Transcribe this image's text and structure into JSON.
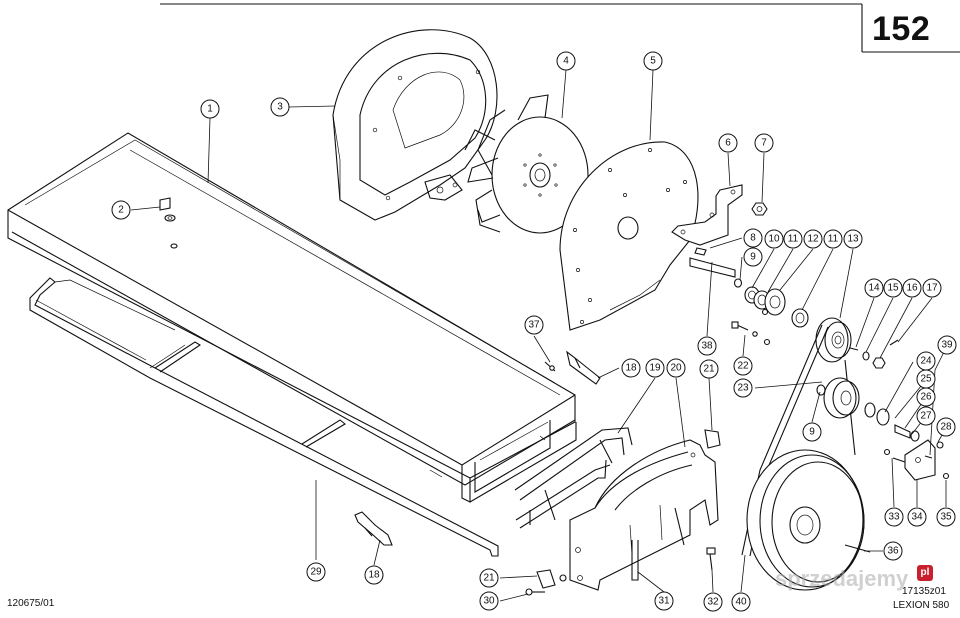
{
  "page_number": "152",
  "footer": {
    "drawing_ref": "120675/01",
    "part_ref": "17135z01",
    "model": "LEXION 580"
  },
  "watermark": "sprzedajemy",
  "watermark_badge": "pl",
  "callouts": [
    {
      "id": "c1",
      "label": "1"
    },
    {
      "id": "c2",
      "label": "2"
    },
    {
      "id": "c3",
      "label": "3"
    },
    {
      "id": "c4",
      "label": "4"
    },
    {
      "id": "c5",
      "label": "5"
    },
    {
      "id": "c6",
      "label": "6"
    },
    {
      "id": "c7",
      "label": "7"
    },
    {
      "id": "c8",
      "label": "8"
    },
    {
      "id": "c9a",
      "label": "9"
    },
    {
      "id": "c9b",
      "label": "9"
    },
    {
      "id": "c10",
      "label": "10"
    },
    {
      "id": "c11a",
      "label": "11"
    },
    {
      "id": "c12",
      "label": "12"
    },
    {
      "id": "c11b",
      "label": "11"
    },
    {
      "id": "c13",
      "label": "13"
    },
    {
      "id": "c14",
      "label": "14"
    },
    {
      "id": "c15",
      "label": "15"
    },
    {
      "id": "c16",
      "label": "16"
    },
    {
      "id": "c17",
      "label": "17"
    },
    {
      "id": "c18a",
      "label": "18"
    },
    {
      "id": "c18b",
      "label": "18"
    },
    {
      "id": "c19",
      "label": "19"
    },
    {
      "id": "c20",
      "label": "20"
    },
    {
      "id": "c21a",
      "label": "21"
    },
    {
      "id": "c21b",
      "label": "21"
    },
    {
      "id": "c22",
      "label": "22"
    },
    {
      "id": "c23",
      "label": "23"
    },
    {
      "id": "c24",
      "label": "24"
    },
    {
      "id": "c25",
      "label": "25"
    },
    {
      "id": "c26",
      "label": "26"
    },
    {
      "id": "c27",
      "label": "27"
    },
    {
      "id": "c28",
      "label": "28"
    },
    {
      "id": "c29",
      "label": "29"
    },
    {
      "id": "c30",
      "label": "30"
    },
    {
      "id": "c31",
      "label": "31"
    },
    {
      "id": "c32",
      "label": "32"
    },
    {
      "id": "c33",
      "label": "33"
    },
    {
      "id": "c34",
      "label": "34"
    },
    {
      "id": "c35",
      "label": "35"
    },
    {
      "id": "c36",
      "label": "36"
    },
    {
      "id": "c37",
      "label": "37"
    },
    {
      "id": "c38",
      "label": "38"
    },
    {
      "id": "c39",
      "label": "39"
    },
    {
      "id": "c40",
      "label": "40"
    }
  ]
}
